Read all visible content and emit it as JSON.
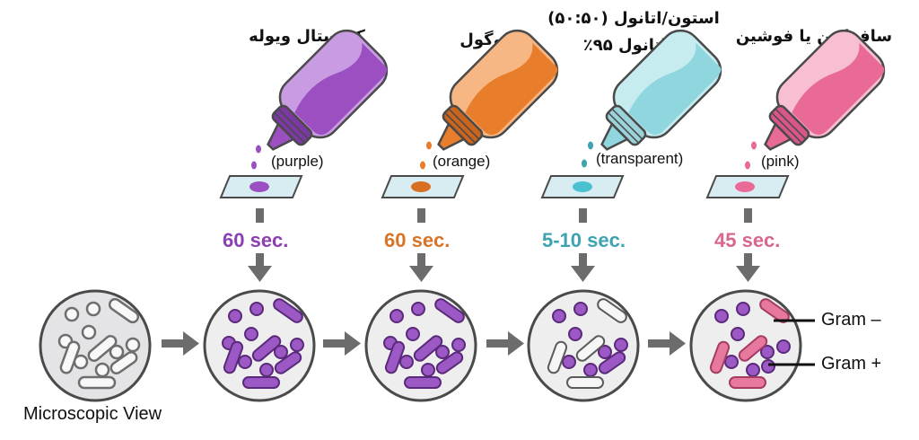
{
  "steps": [
    {
      "reagent": "کریستال ویوله",
      "reagent_line2": "",
      "color_label": "(purple)",
      "time": "60 sec.",
      "liquid_color": "#9b4fc0",
      "bottle_body": "#b57ad6",
      "time_color": "#8a3fb3"
    },
    {
      "reagent": "لوگول",
      "reagent_line2": "",
      "color_label": "(orange)",
      "time": "60 sec.",
      "liquid_color": "#e87d2b",
      "bottle_body": "#f3a261",
      "time_color": "#d97426"
    },
    {
      "reagent": "استون/اتانول (۵۰:۵۰)",
      "reagent_line2": "یا اتانول ۹۵٪",
      "color_label": "(transparent)",
      "time": "5-10 sec.",
      "liquid_color": "#6cc8d3",
      "bottle_body": "#a9e1e7",
      "time_color": "#3ea3b0"
    },
    {
      "reagent": "سافرانین یا فوشین",
      "reagent_line2": "",
      "color_label": "(pink)",
      "time": "45 sec.",
      "liquid_color": "#ea6a97",
      "bottle_body": "#f59ebd",
      "time_color": "#d9668f"
    }
  ],
  "microscopic_view_label": "Microscopic View",
  "gram_negative_label": "Gram –",
  "gram_positive_label": "Gram +",
  "colors": {
    "purple_cell": "#9c58c4",
    "pink_cell": "#e8799e",
    "faded_cell": "#f1f1f1",
    "arrow": "#6c6c6c",
    "outline": "#4a4a4a"
  }
}
